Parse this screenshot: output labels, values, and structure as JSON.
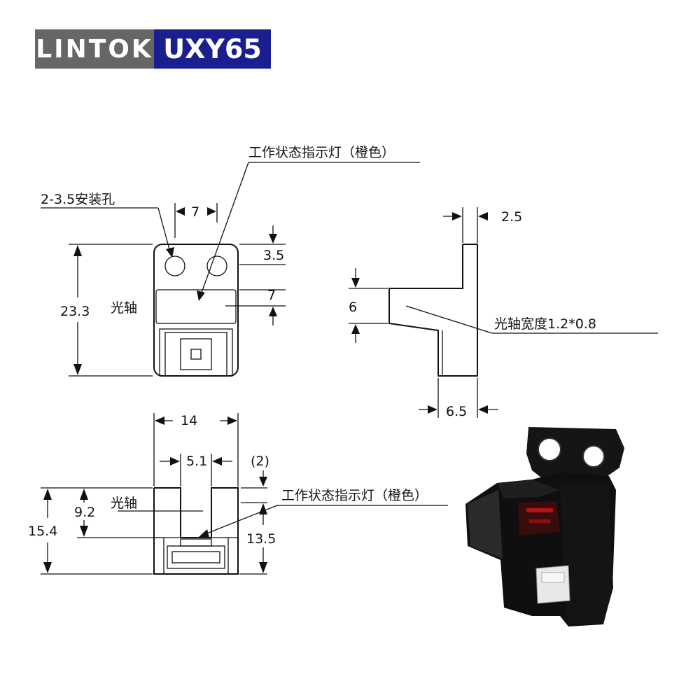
{
  "logo": {
    "brand": "LINTOK",
    "model": "UXY65"
  },
  "front_view": {
    "mount_hole_label": "2-3.5安装孔",
    "indicator_label": "工作状态指示灯（橙色）",
    "optical_axis_label": "光轴",
    "dim_hole_pitch": "7",
    "dim_hole_offset": "3.5",
    "dim_axis_band": "7",
    "dim_height": "23.3"
  },
  "side_view": {
    "dim_thickness": "2.5",
    "dim_slot": "6",
    "axis_width_label": "光轴宽度1.2*0.8",
    "dim_depth": "6.5"
  },
  "bottom_view": {
    "dim_width": "14",
    "dim_slot_width": "5.1",
    "dim_top_gap": "(2)",
    "indicator_label": "工作状态指示灯（橙色）",
    "optical_axis_label": "光轴",
    "dim_axis_height": "9.2",
    "dim_total_height": "15.4",
    "dim_inner_height": "13.5"
  },
  "photo": {
    "subject": "sensor-product-photo"
  }
}
